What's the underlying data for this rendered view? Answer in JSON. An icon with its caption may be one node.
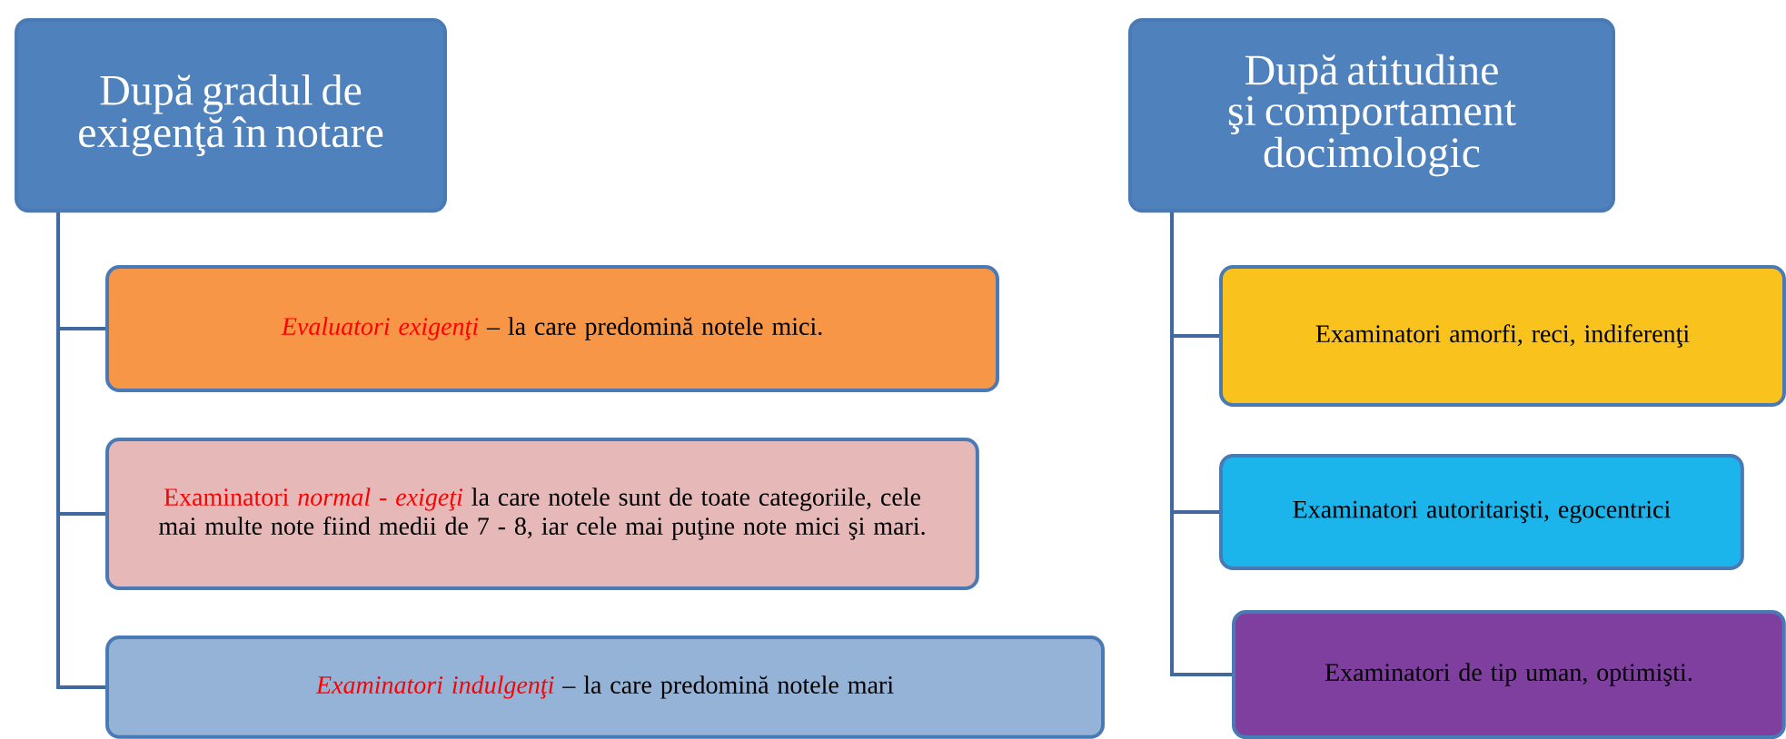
{
  "diagram": {
    "nodes": [
      {
        "text": [
          "După gradul de exigenţă în notare"
        ]
      },
      {
        "text": [
          "Evaluatori exigenţi",
          "– la care predomină notele mici."
        ]
      },
      {
        "text": [
          "Examinatori *normal - exigeţi*",
          "la care notele sunt de toate categoriile, cele mai multe note fiind medii de 7 - 8, iar cele mai puţine note mici şi mari."
        ]
      },
      {
        "text": [
          "Examinatori indulgenţi",
          "– la care predomină notele mari"
        ]
      },
      {
        "text": [
          "După atitudine şi comportament docimologic"
        ]
      },
      {
        "text": [
          "Examinatori amorfi, reci, indiferenţi"
        ]
      },
      {
        "text": [
          "Examinatori autoritarişti, egocentrici"
        ]
      },
      {
        "text": [
          "Examinatori de tip uman, optimişti."
        ]
      }
    ],
    "edges": [
      {
        "from": 0,
        "to": 1,
        "arrow": "none"
      },
      {
        "from": 0,
        "to": 2,
        "arrow": "none"
      },
      {
        "from": 0,
        "to": 3,
        "arrow": "none"
      },
      {
        "from": 4,
        "to": 5,
        "arrow": "none"
      },
      {
        "from": 4,
        "to": 6,
        "arrow": "none"
      },
      {
        "from": 4,
        "to": 7,
        "arrow": "none"
      }
    ]
  }
}
